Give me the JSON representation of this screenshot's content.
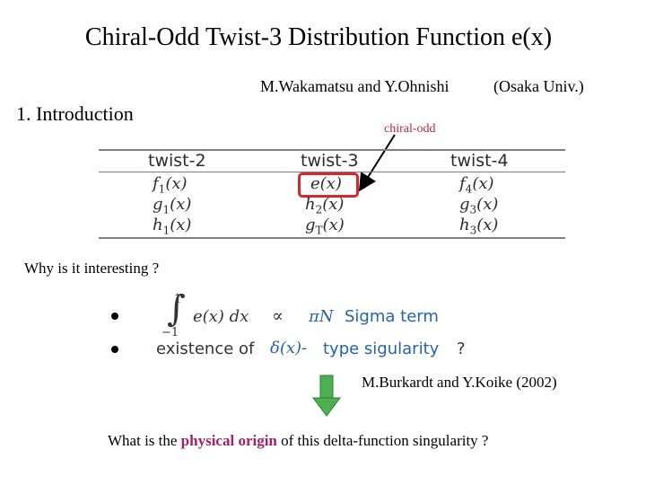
{
  "title": "Chiral-Odd Twist-3 Distribution Function e(x)",
  "authors": "M.Wakamatsu and Y.Ohnishi",
  "affiliation": "(Osaka Univ.)",
  "section_heading": "1. Introduction",
  "annotation": {
    "label": "chiral-odd",
    "color": "#c0262e"
  },
  "table": {
    "headers": [
      "twist-2",
      "twist-3",
      "twist-4"
    ],
    "rows": [
      [
        {
          "base": "f",
          "sub": "1",
          "arg": "(x)"
        },
        {
          "base": "e",
          "sub": "",
          "arg": "(x)"
        },
        {
          "base": "f",
          "sub": "4",
          "arg": "(x)"
        }
      ],
      [
        {
          "base": "g",
          "sub": "1",
          "arg": "(x)"
        },
        {
          "base": "h",
          "sub": "2",
          "arg": "(x)"
        },
        {
          "base": "g",
          "sub": "3",
          "arg": "(x)"
        }
      ],
      [
        {
          "base": "h",
          "sub": "1",
          "arg": "(x)"
        },
        {
          "base": "g",
          "sub": "T",
          "arg": "(x)"
        },
        {
          "base": "h",
          "sub": "3",
          "arg": "(x)"
        }
      ]
    ],
    "highlight_color": "#d8262e"
  },
  "why_text": "Why is it interesting ?",
  "bullets": {
    "b1": {
      "upper": "1",
      "lower": "−1",
      "integrand": "e(x) dx",
      "propto": "∝",
      "pi_n": "πN",
      "sigma_term": "Sigma term"
    },
    "b2": {
      "prefix": "existence of",
      "delta": "δ(x)-",
      "suffix": "type sigularity",
      "q": "?"
    }
  },
  "citation": "M.Burkardt and Y.Koike (2002)",
  "question": {
    "pre": "What is the",
    "highlight": "physical origin",
    "post": "of this delta-function singularity ?",
    "highlight_color": "#a4216a"
  },
  "colors": {
    "arrow_green": "#4caf50",
    "blue_text": "#2563a9"
  }
}
